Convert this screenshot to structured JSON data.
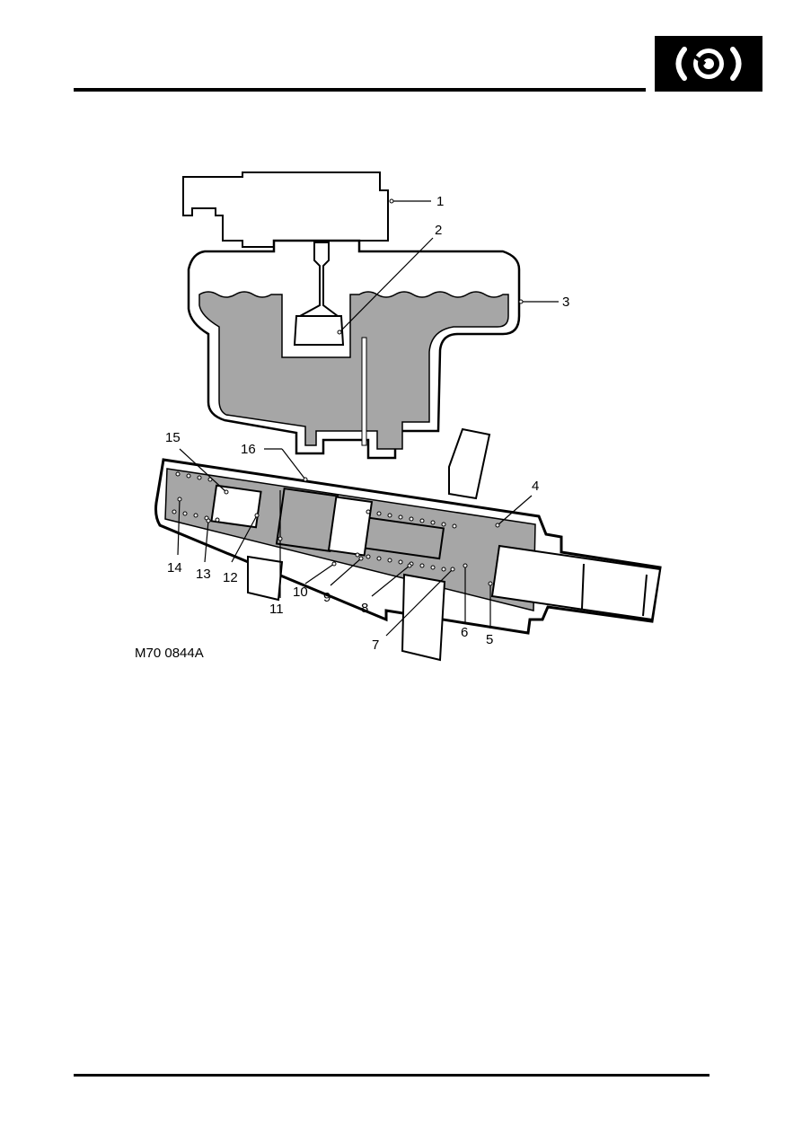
{
  "page": {
    "section_icon": "brake-disc-icon",
    "figure_reference": "M70 0844A"
  },
  "diagram": {
    "callouts": [
      "1",
      "2",
      "3",
      "4",
      "5",
      "6",
      "7",
      "8",
      "9",
      "10",
      "11",
      "12",
      "13",
      "14",
      "15",
      "16"
    ],
    "fluid_color": "#a6a6a6",
    "outline_color": "#000000"
  }
}
